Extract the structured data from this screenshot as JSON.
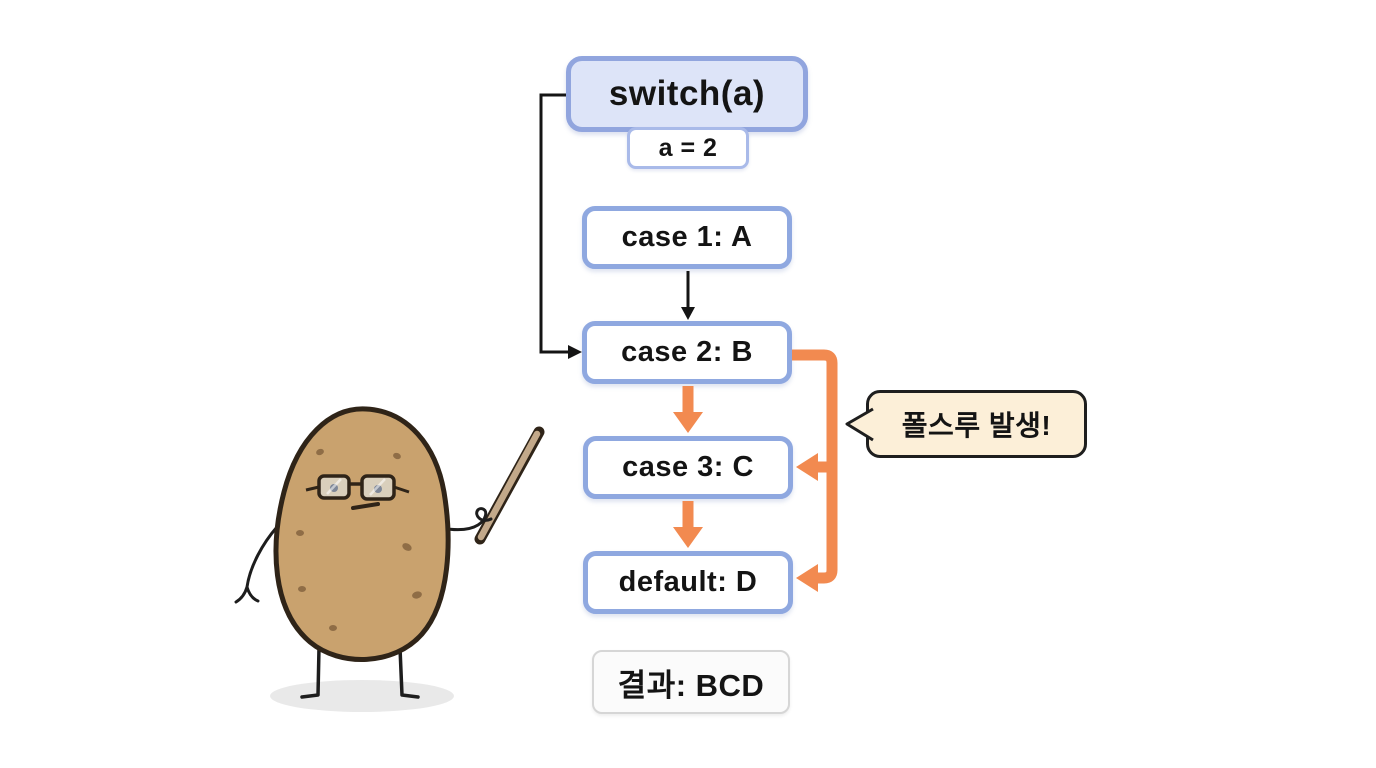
{
  "diagram": {
    "switch_box": {
      "label": "switch(a)"
    },
    "value_box": {
      "label": "a = 2"
    },
    "cases": [
      {
        "label": "case 1: A"
      },
      {
        "label": "case 2: B"
      },
      {
        "label": "case 3: C"
      },
      {
        "label": "default: D"
      }
    ],
    "result_box": {
      "label": "결과: BCD"
    },
    "callout": {
      "label": "폴스루 발생!"
    },
    "colors": {
      "switch_fill": "#dde4f8",
      "switch_border": "#91a5de",
      "case_border": "#8fa8e0",
      "fallthrough_orange": "#f28a50",
      "callout_fill": "#fcefd8",
      "callout_border": "#1e1e1e",
      "result_fill": "#fbfbfb",
      "result_border": "#d6d6d6",
      "connector_black": "#141414",
      "potato_body": "#c9a26e",
      "potato_outline": "#2f2418"
    }
  }
}
